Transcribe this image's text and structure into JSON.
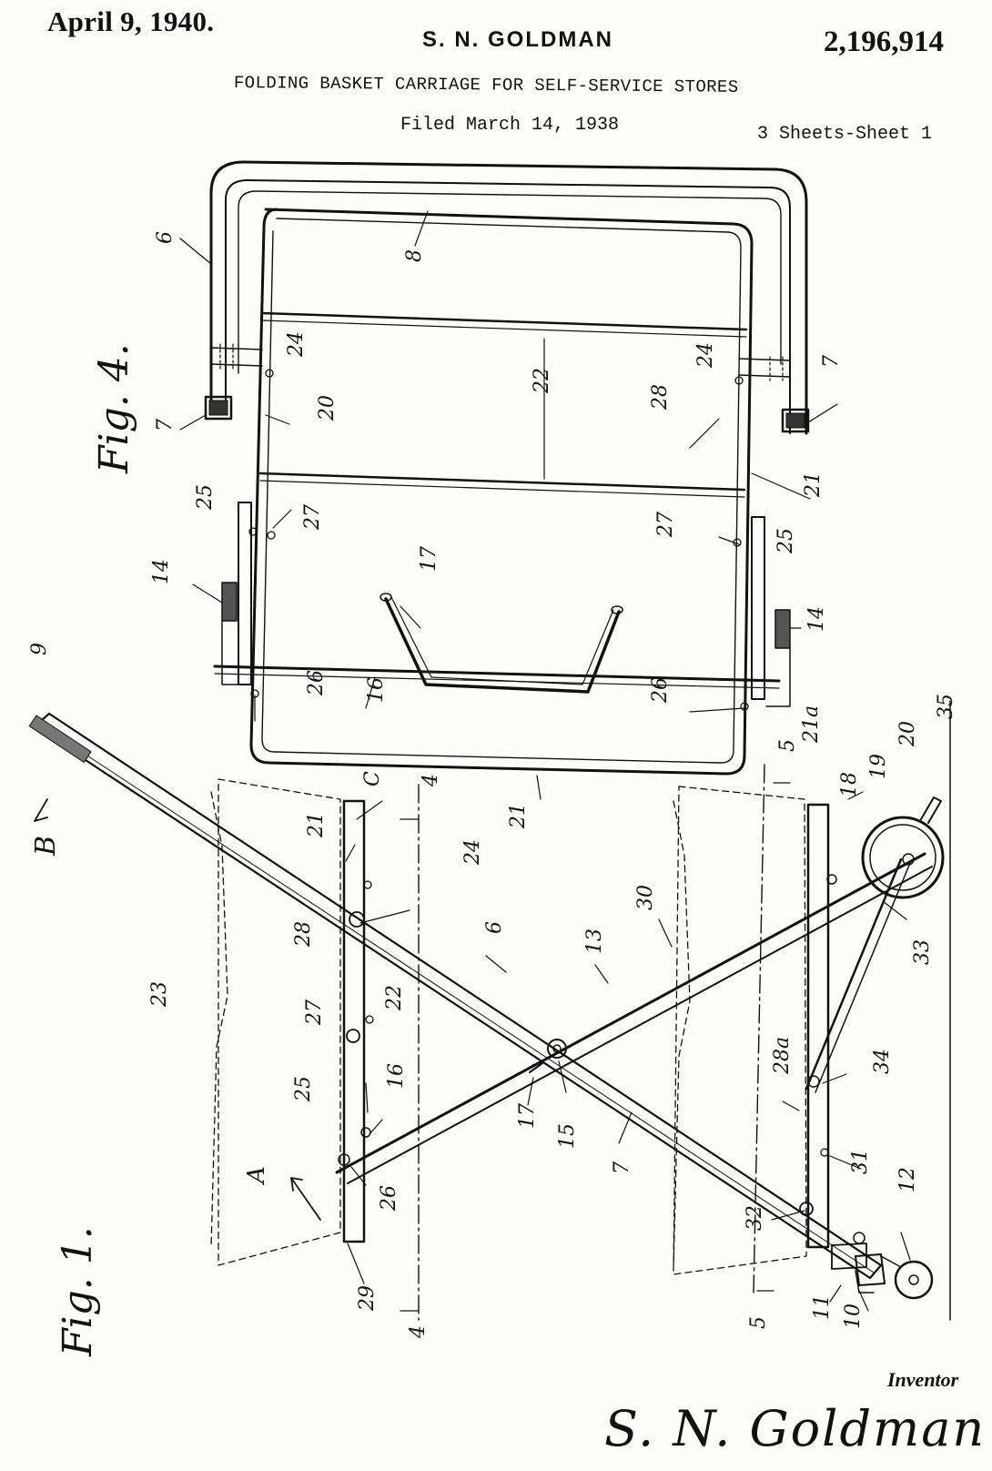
{
  "header": {
    "date": "April 9, 1940.",
    "inventor": "S. N. GOLDMAN",
    "patent_number": "2,196,914",
    "title": "FOLDING BASKET CARRIAGE FOR SELF-SERVICE STORES",
    "filed": "Filed March 14, 1938",
    "sheets": "3 Sheets-Sheet 1"
  },
  "figures": {
    "fig4": "Fig. 4.",
    "fig1": "Fig. 1."
  },
  "footer": {
    "inventor_label": "Inventor",
    "signature": "S. N. Goldman"
  },
  "reference_numerals": {
    "fig4": [
      "6",
      "8",
      "7",
      "24",
      "20",
      "22",
      "24",
      "28",
      "7",
      "21",
      "25",
      "27",
      "27",
      "25",
      "14",
      "17",
      "14",
      "26",
      "16",
      "26",
      "21"
    ],
    "fig1": [
      "9",
      "B",
      "C",
      "4",
      "21",
      "24",
      "6",
      "13",
      "30",
      "5",
      "21a",
      "18",
      "19",
      "20",
      "35",
      "33",
      "28",
      "23",
      "27",
      "22",
      "25",
      "16",
      "17",
      "15",
      "7",
      "28a",
      "34",
      "31",
      "32",
      "12",
      "A",
      "26",
      "29",
      "4",
      "5",
      "11",
      "10"
    ]
  },
  "section_markers": [
    "A",
    "4",
    "5",
    "5",
    "4"
  ]
}
